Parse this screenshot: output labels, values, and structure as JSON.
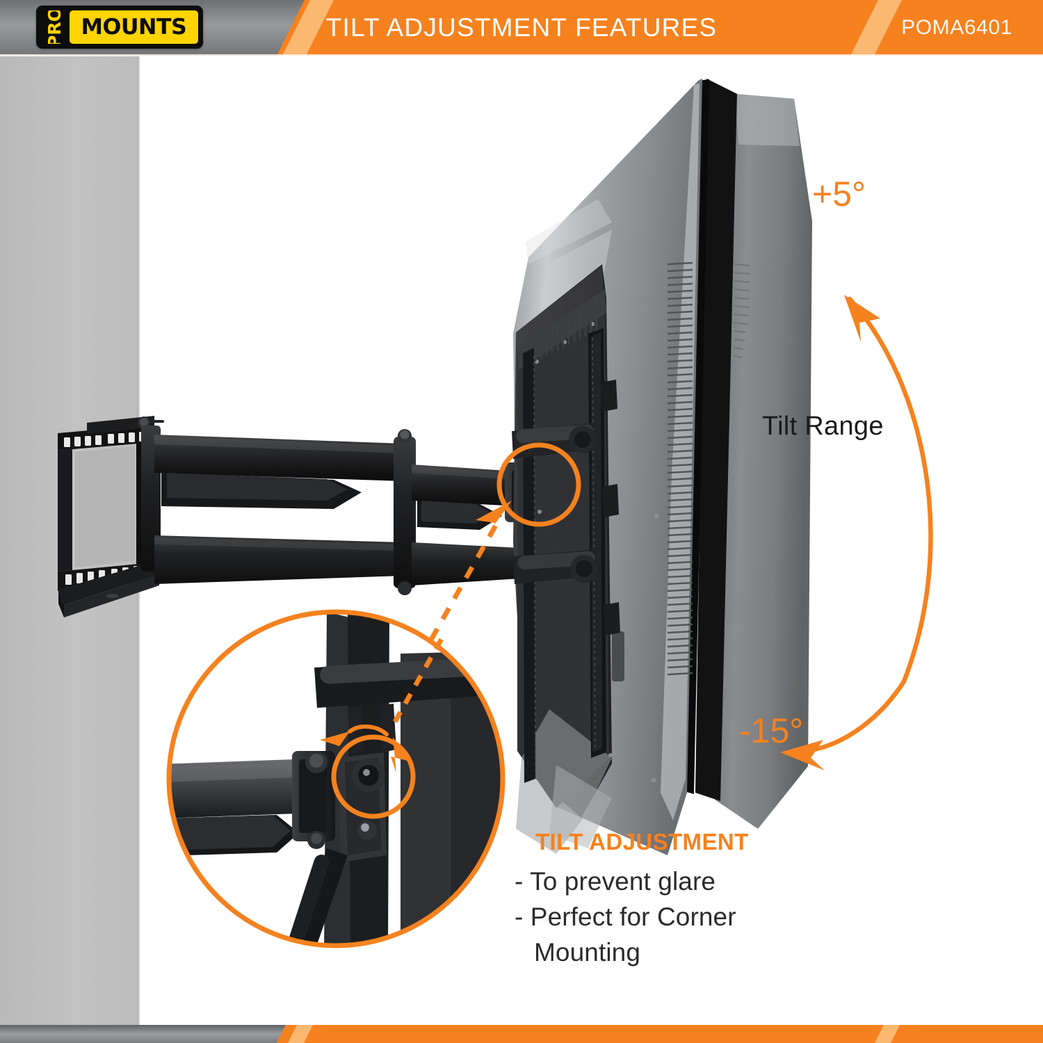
{
  "header": {
    "brand_pro": "PRO",
    "brand_mounts": "MOUNTS",
    "title": "TILT ADJUSTMENT FEATURES",
    "model": "POMA6401"
  },
  "annotations": {
    "angle_max": "+5°",
    "angle_min": "-15°",
    "tilt_range_label": "Tilt Range"
  },
  "callout": {
    "heading": "TILT ADJUSTMENT",
    "bullets": [
      "- To prevent glare",
      "- Perfect for Corner",
      "Mounting"
    ]
  },
  "colors": {
    "orange": "#F5821F",
    "orange_light": "#FBB871",
    "gray_header": "#8c8c8c",
    "yellow_logo": "#FFD400",
    "wall_gray": "#BEBEBE",
    "text_dark": "#2b2b2b"
  }
}
